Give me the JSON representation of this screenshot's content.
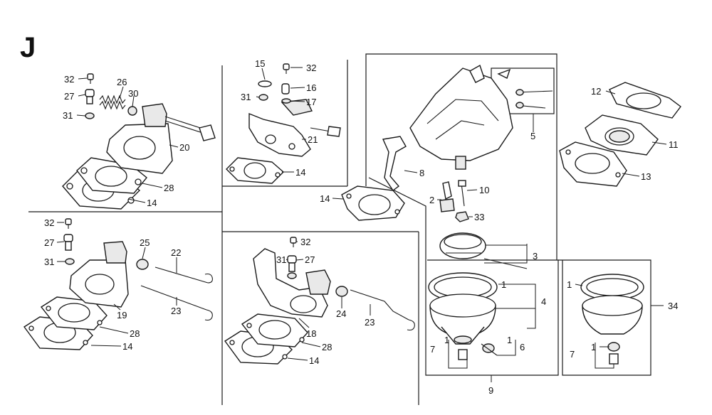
{
  "section_letter": "J",
  "callouts": {
    "c1": "32",
    "c2": "27",
    "c3": "31",
    "c4": "26",
    "c5": "30",
    "c6": "20",
    "c7": "28",
    "c8": "14",
    "c9": "15",
    "c10": "32",
    "c11": "16",
    "c12": "31",
    "c13": "17",
    "c14": "21",
    "c15": "14",
    "c16": "5",
    "c17": "12",
    "c18": "11",
    "c19": "13",
    "c20": "8",
    "c21": "14",
    "c22": "10",
    "c23": "2",
    "c24": "33",
    "c25": "3",
    "c26": "32",
    "c27": "27",
    "c28": "31",
    "c29": "25",
    "c30": "22",
    "c31": "23",
    "c32": "19",
    "c33": "28",
    "c34": "14",
    "c35": "32",
    "c36": "31",
    "c37": "27",
    "c38": "24",
    "c39": "23",
    "c40": "18",
    "c41": "28",
    "c42": "14",
    "c43": "1",
    "c44": "4",
    "c45": "1",
    "c46": "7",
    "c47": "1",
    "c48": "6",
    "c49": "9",
    "c50": "1",
    "c51": "34",
    "c52": "7",
    "c53": "1"
  }
}
